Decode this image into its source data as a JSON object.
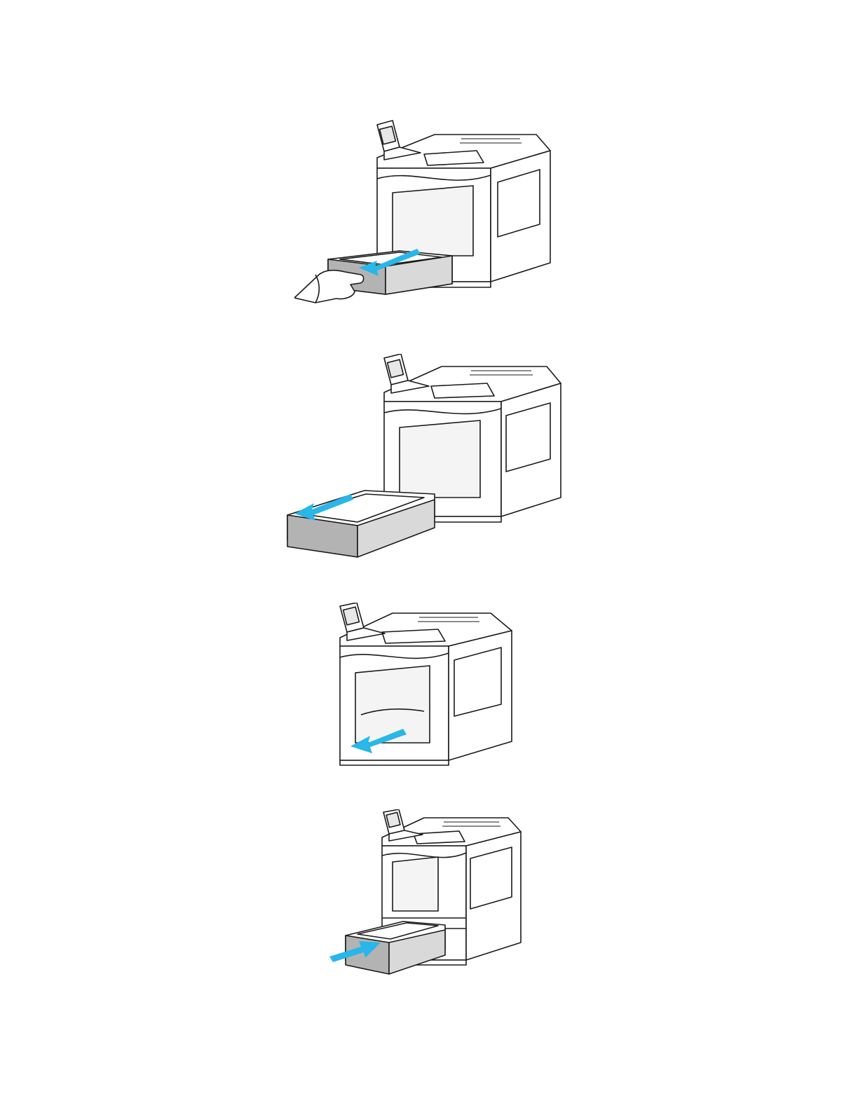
{
  "document": {
    "figures": [
      {
        "id": "step-1",
        "action": "pull-tray-out",
        "arrow_direction": "out"
      },
      {
        "id": "step-2",
        "action": "remove-tray",
        "arrow_direction": "out"
      },
      {
        "id": "step-3",
        "action": "remove-jammed-paper",
        "arrow_direction": "out"
      },
      {
        "id": "step-4",
        "action": "insert-tray",
        "arrow_direction": "in"
      }
    ],
    "colors": {
      "line": "#1a1a1a",
      "arrow": "#29b6e8",
      "tray": "#b3b3b3",
      "tray_dark": "#8c8c8c",
      "paper": "#ffffff"
    }
  }
}
